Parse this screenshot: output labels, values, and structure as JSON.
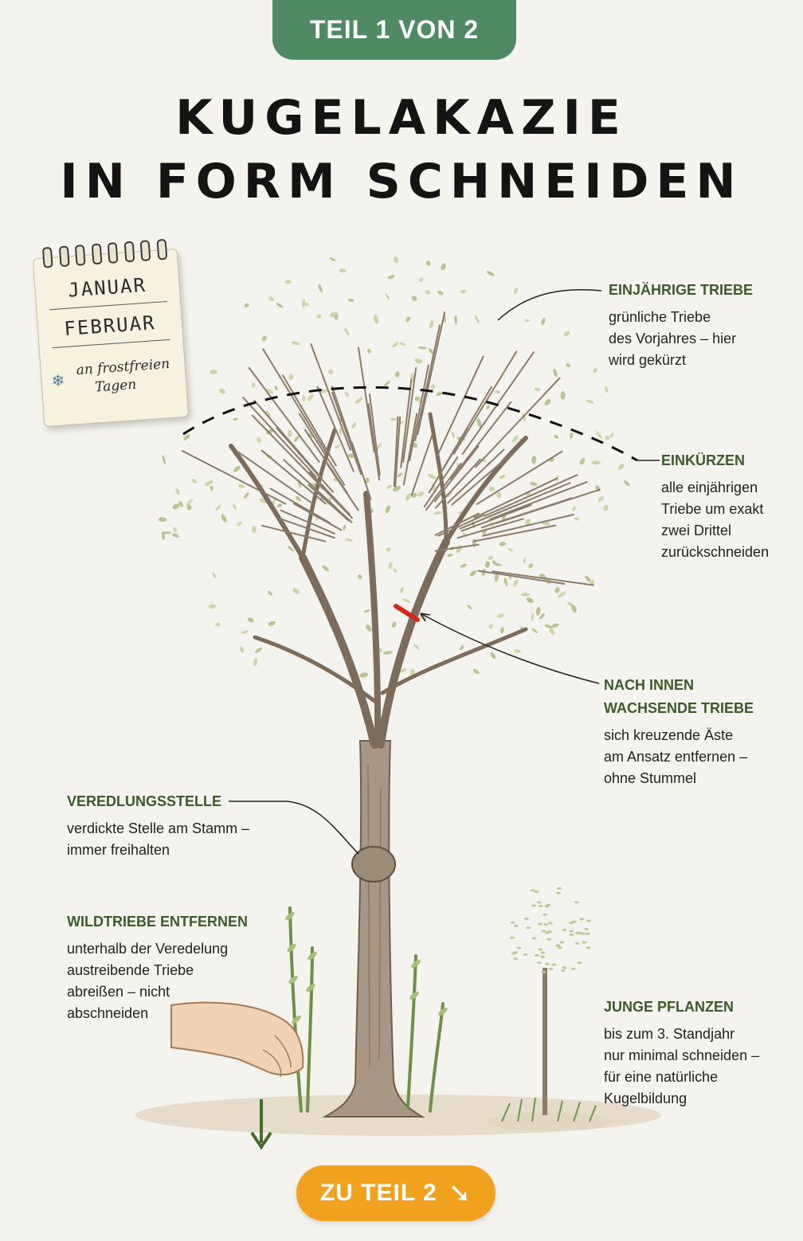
{
  "badge": {
    "label": "TEIL 1 VON 2"
  },
  "title": {
    "line1": "KUGELAKAZIE",
    "line2": "IN FORM SCHNEIDEN"
  },
  "calendar": {
    "month1": "JANUAR",
    "month2": "FEBRUAR",
    "note_line1": "an frostfreien",
    "note_line2": "Tagen",
    "icon": "snowflake-icon"
  },
  "labels": {
    "einjaehrig": {
      "heading": "EINJÄHRIGE TRIEBE",
      "body": "grünliche Triebe\ndes Vorjahres – hier\nwird gekürzt"
    },
    "einkuerzen": {
      "heading": "EINKÜRZEN",
      "body": "alle einjährigen\nTriebe um exakt\nzwei Drittel\nzurückschneiden"
    },
    "nach_innen": {
      "heading_line1": "NACH INNEN",
      "heading_line2": "WACHSENDE TRIEBE",
      "body": "sich kreuzende Äste\nam Ansatz entfernen –\nohne Stummel"
    },
    "veredlung": {
      "heading": "VEREDLUNGSSTELLE",
      "body": "verdickte Stelle am Stamm –\nimmer freihalten"
    },
    "wildtriebe": {
      "heading": "WILDTRIEBE ENTFERNEN",
      "body": "unterhalb der Veredelung\naustreibende Triebe\nabreißen – nicht\nabschneiden"
    },
    "junge": {
      "heading": "JUNGE PFLANZEN",
      "body": "bis zum 3. Standjahr\nnur minimal schneiden –\nfür eine natürliche\nKugelbildung"
    }
  },
  "cta": {
    "label": "ZU TEIL 2",
    "icon": "arrow-down-right-icon"
  },
  "colors": {
    "badge_green": "#4f8a63",
    "heading_green": "#3d5a2a",
    "cta_orange": "#f0a21e",
    "cut_mark_red": "#d42a1e",
    "background": "#f5f3ee"
  }
}
